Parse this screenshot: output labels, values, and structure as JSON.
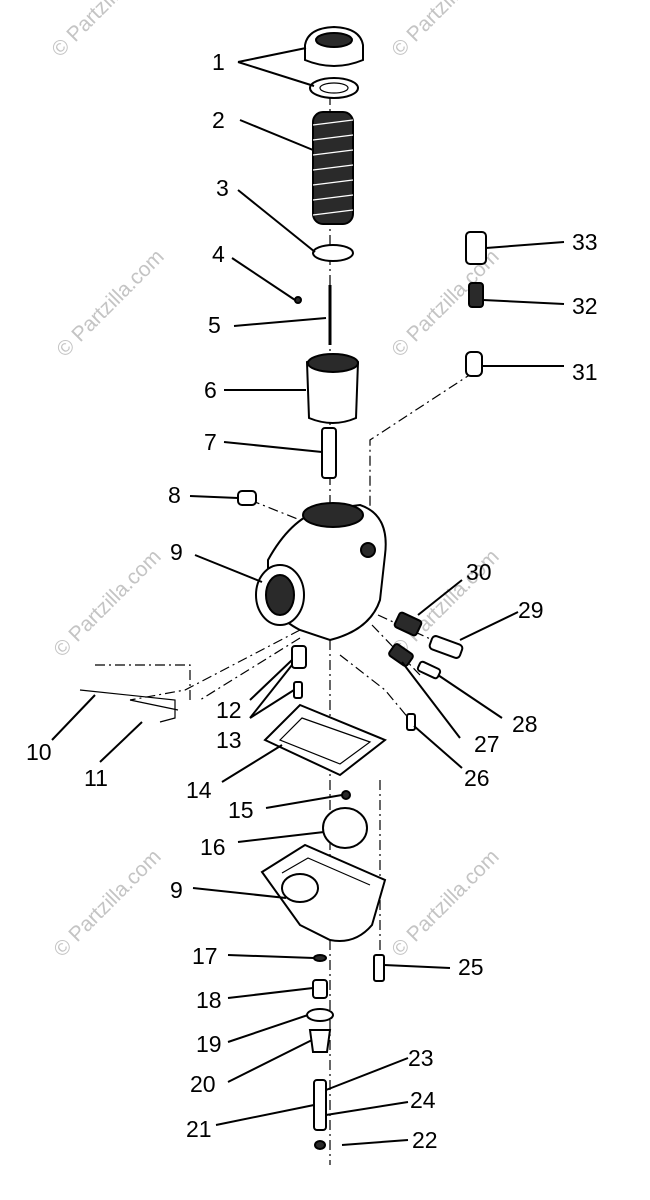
{
  "watermark": "© Partzilla.com",
  "callouts": [
    "1",
    "2",
    "3",
    "4",
    "5",
    "6",
    "7",
    "8",
    "9",
    "9",
    "10",
    "11",
    "12",
    "13",
    "14",
    "15",
    "16",
    "17",
    "18",
    "19",
    "20",
    "21",
    "22",
    "23",
    "24",
    "25",
    "26",
    "27",
    "28",
    "29",
    "30",
    "31",
    "32",
    "33"
  ]
}
